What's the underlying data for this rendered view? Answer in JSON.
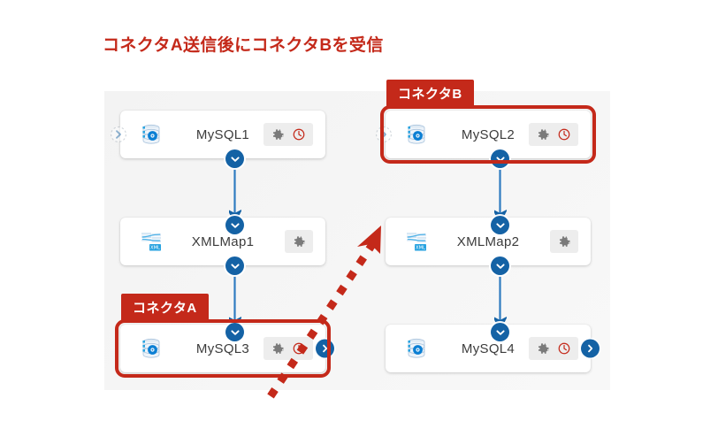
{
  "page": {
    "title": "コネクタA送信後にコネクタBを受信"
  },
  "canvas": {
    "background_color": "#f4f4f4",
    "accent_blue": "#1462a5",
    "accent_red": "#c4291a"
  },
  "highlights": [
    {
      "id": "connector-a",
      "label": "コネクタA",
      "target": "MySQL3"
    },
    {
      "id": "connector-b",
      "label": "コネクタB",
      "target": "MySQL2"
    }
  ],
  "flows": [
    {
      "id": "flow-left",
      "nodes": [
        {
          "name": "MySQL1",
          "icon": "database-icon",
          "actions": [
            "gear-icon",
            "clock-icon"
          ],
          "has_input_handle": true,
          "has_output_handle": false
        },
        {
          "name": "XMLMap1",
          "icon": "xmlmap-icon",
          "actions": [
            "gear-icon"
          ],
          "has_input_handle": false,
          "has_output_handle": false
        },
        {
          "name": "MySQL3",
          "icon": "database-icon",
          "actions": [
            "gear-icon",
            "clock-icon"
          ],
          "has_input_handle": false,
          "has_output_handle": true
        }
      ]
    },
    {
      "id": "flow-right",
      "nodes": [
        {
          "name": "MySQL2",
          "icon": "database-icon",
          "actions": [
            "gear-icon",
            "clock-icon"
          ],
          "has_input_handle": true,
          "has_output_handle": false
        },
        {
          "name": "XMLMap2",
          "icon": "xmlmap-icon",
          "actions": [
            "gear-icon"
          ],
          "has_input_handle": false,
          "has_output_handle": false
        },
        {
          "name": "MySQL4",
          "icon": "database-icon",
          "actions": [
            "gear-icon",
            "clock-icon"
          ],
          "has_input_handle": false,
          "has_output_handle": true
        }
      ]
    }
  ],
  "relation_arrow": {
    "from": "MySQL3",
    "to": "MySQL2",
    "style": "dashed",
    "color": "#c4291a"
  }
}
